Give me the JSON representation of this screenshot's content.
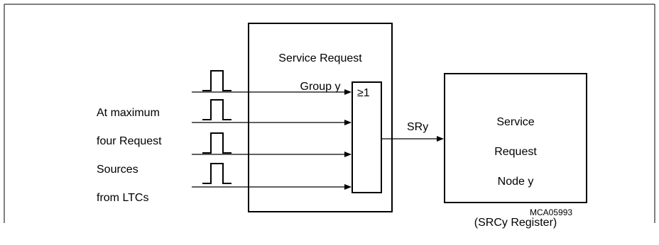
{
  "group": {
    "title_line1": "Service Request",
    "title_line2": "Group y"
  },
  "or_gate": {
    "symbol": "≥1"
  },
  "sources_label": {
    "line1": "At maximum",
    "line2": "four Request",
    "line3": "Sources",
    "line4": "from LTCs"
  },
  "output_signal": "SRy",
  "node": {
    "line1": "Service",
    "line2": "Request",
    "line3": "Node y",
    "line4": "(SRCy Register)"
  },
  "figure_id": "MCA05993"
}
